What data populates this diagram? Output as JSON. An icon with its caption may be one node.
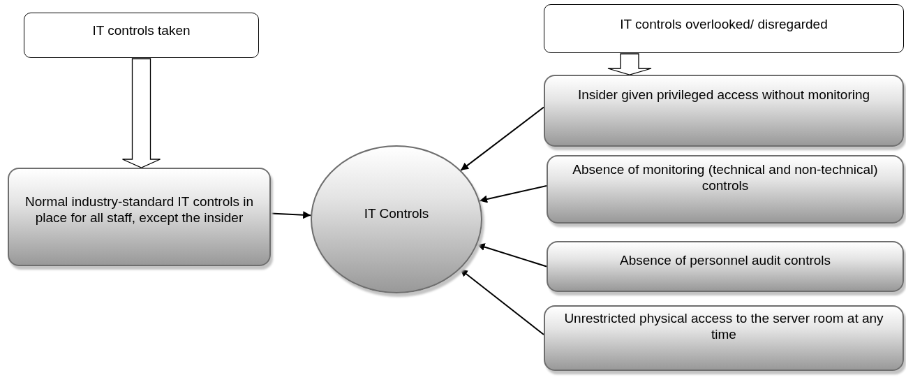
{
  "diagram": {
    "nodes": [
      {
        "text": [
          "IT controls taken"
        ]
      },
      {
        "text": [
          "IT controls overlooked/ disregarded"
        ]
      },
      {
        "text": [
          "Normal industry-standard IT controls in place for all staff, except the insider"
        ]
      },
      {
        "text": [
          "IT Controls"
        ]
      },
      {
        "text": [
          "Insider given privileged access without monitoring"
        ]
      },
      {
        "text": [
          "Absence of monitoring (technical and non-technical) controls"
        ]
      },
      {
        "text": [
          "Absence of personnel audit controls"
        ]
      },
      {
        "text": [
          "Unrestricted physical access to the server room at any time"
        ]
      }
    ],
    "edges": [
      {
        "from": 0,
        "to": 2,
        "arrow": "to",
        "style": "thick"
      },
      {
        "from": 1,
        "to": 4,
        "arrow": "to",
        "style": "thick"
      },
      {
        "from": 2,
        "to": 3,
        "arrow": "to"
      },
      {
        "from": 4,
        "to": 3,
        "arrow": "to"
      },
      {
        "from": 5,
        "to": 3,
        "arrow": "to"
      },
      {
        "from": 6,
        "to": 3,
        "arrow": "to"
      },
      {
        "from": 7,
        "to": 3,
        "arrow": "to"
      }
    ]
  }
}
